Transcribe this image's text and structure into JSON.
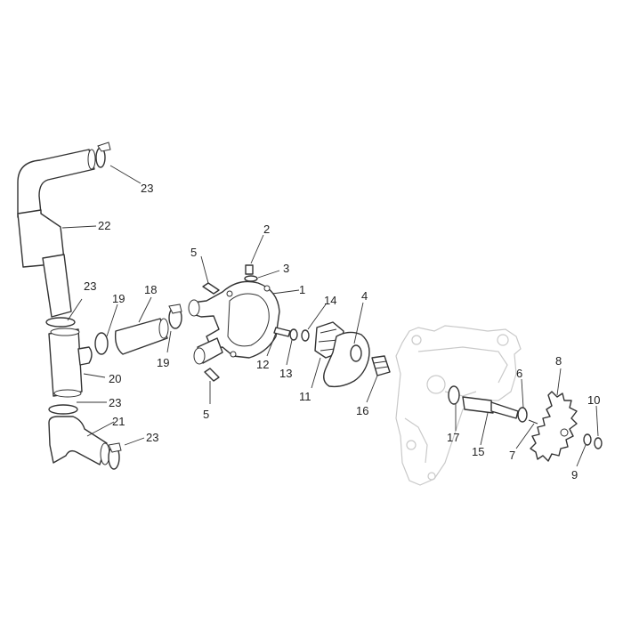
{
  "callouts": {
    "c1": "1",
    "c2": "2",
    "c3": "3",
    "c4": "4",
    "c5a": "5",
    "c5b": "5",
    "c6": "6",
    "c7": "7",
    "c8": "8",
    "c9": "9",
    "c10": "10",
    "c11": "11",
    "c12": "12",
    "c13": "13",
    "c14": "14",
    "c15": "15",
    "c16": "16",
    "c17": "17",
    "c18": "18",
    "c19a": "19",
    "c19b": "19",
    "c20": "20",
    "c21": "21",
    "c22": "22",
    "c23a": "23",
    "c23b": "23",
    "c23c": "23",
    "c23d": "23"
  }
}
